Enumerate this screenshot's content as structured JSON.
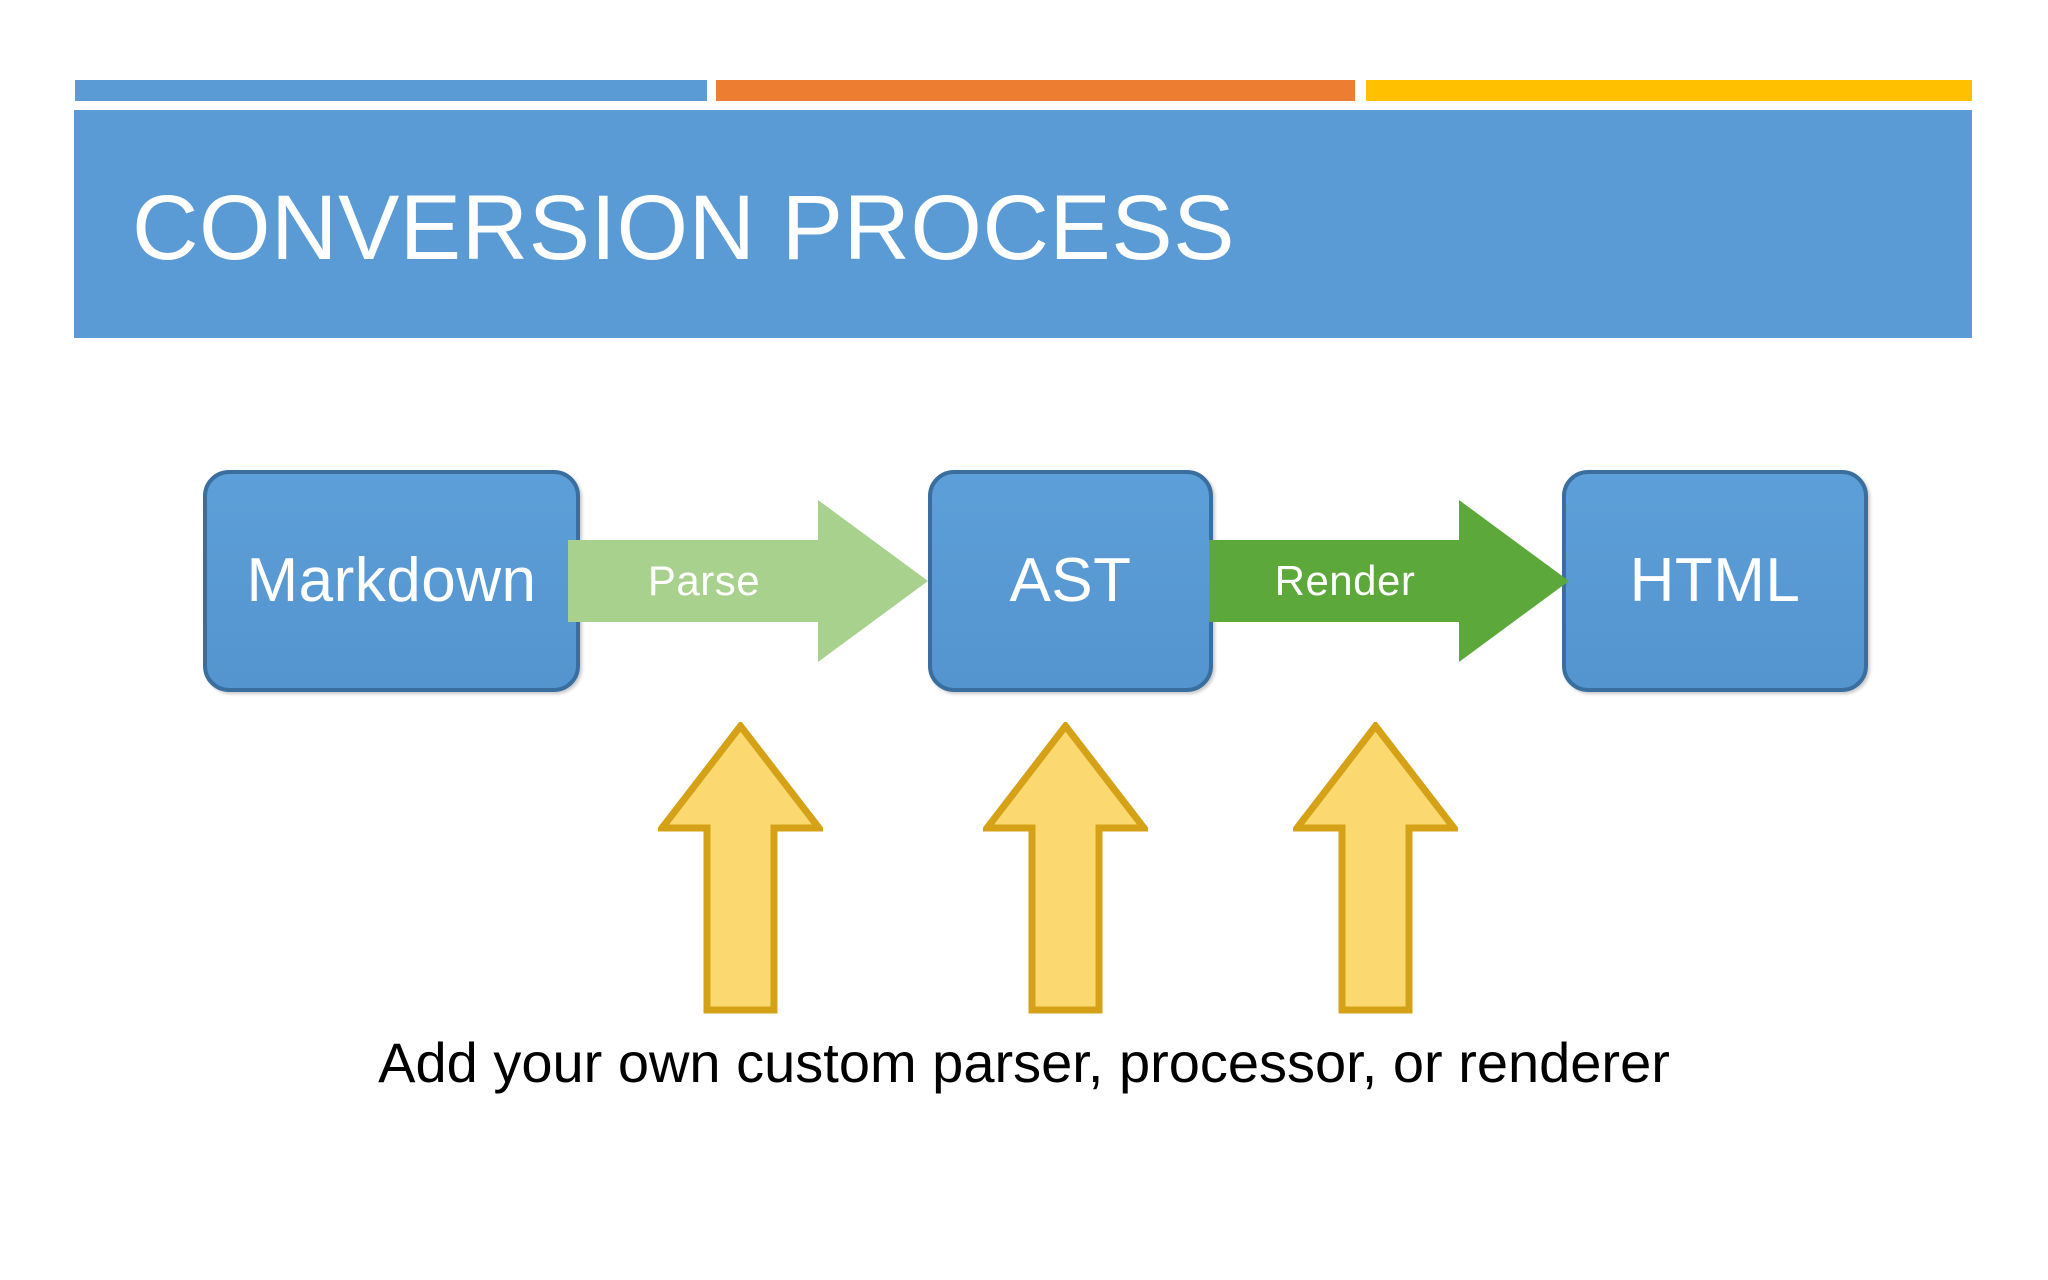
{
  "slide": {
    "title": "CONVERSION PROCESS",
    "caption": "Add your own custom parser, processor, or renderer"
  },
  "accent_bars": [
    {
      "name": "blue-accent",
      "color": "#5b9bd5"
    },
    {
      "name": "orange-accent",
      "color": "#ed7d31"
    },
    {
      "name": "yellow-accent",
      "color": "#ffc000"
    }
  ],
  "colors": {
    "banner_blue": "#5b9bd5",
    "box_fill": "#5b9bd5",
    "box_border": "#3a6e9e",
    "parse_arrow": "#a9d18e",
    "render_arrow": "#5da83b",
    "up_arrow_fill": "#fcd970",
    "up_arrow_border": "#d5a116",
    "title_text": "#ffffff",
    "caption_text": "#000000"
  },
  "diagram": {
    "type": "flow",
    "boxes": [
      {
        "id": "markdown",
        "label": "Markdown"
      },
      {
        "id": "ast",
        "label": "AST"
      },
      {
        "id": "html",
        "label": "HTML"
      }
    ],
    "transitions": [
      {
        "id": "parse",
        "label": "Parse",
        "from": "markdown",
        "to": "ast",
        "color": "#a9d18e"
      },
      {
        "id": "render",
        "label": "Render",
        "from": "ast",
        "to": "html",
        "color": "#5da83b"
      }
    ],
    "extension_arrows": [
      {
        "id": "extend-parse",
        "target": "parse"
      },
      {
        "id": "extend-ast",
        "target": "ast"
      },
      {
        "id": "extend-render",
        "target": "render"
      }
    ]
  }
}
